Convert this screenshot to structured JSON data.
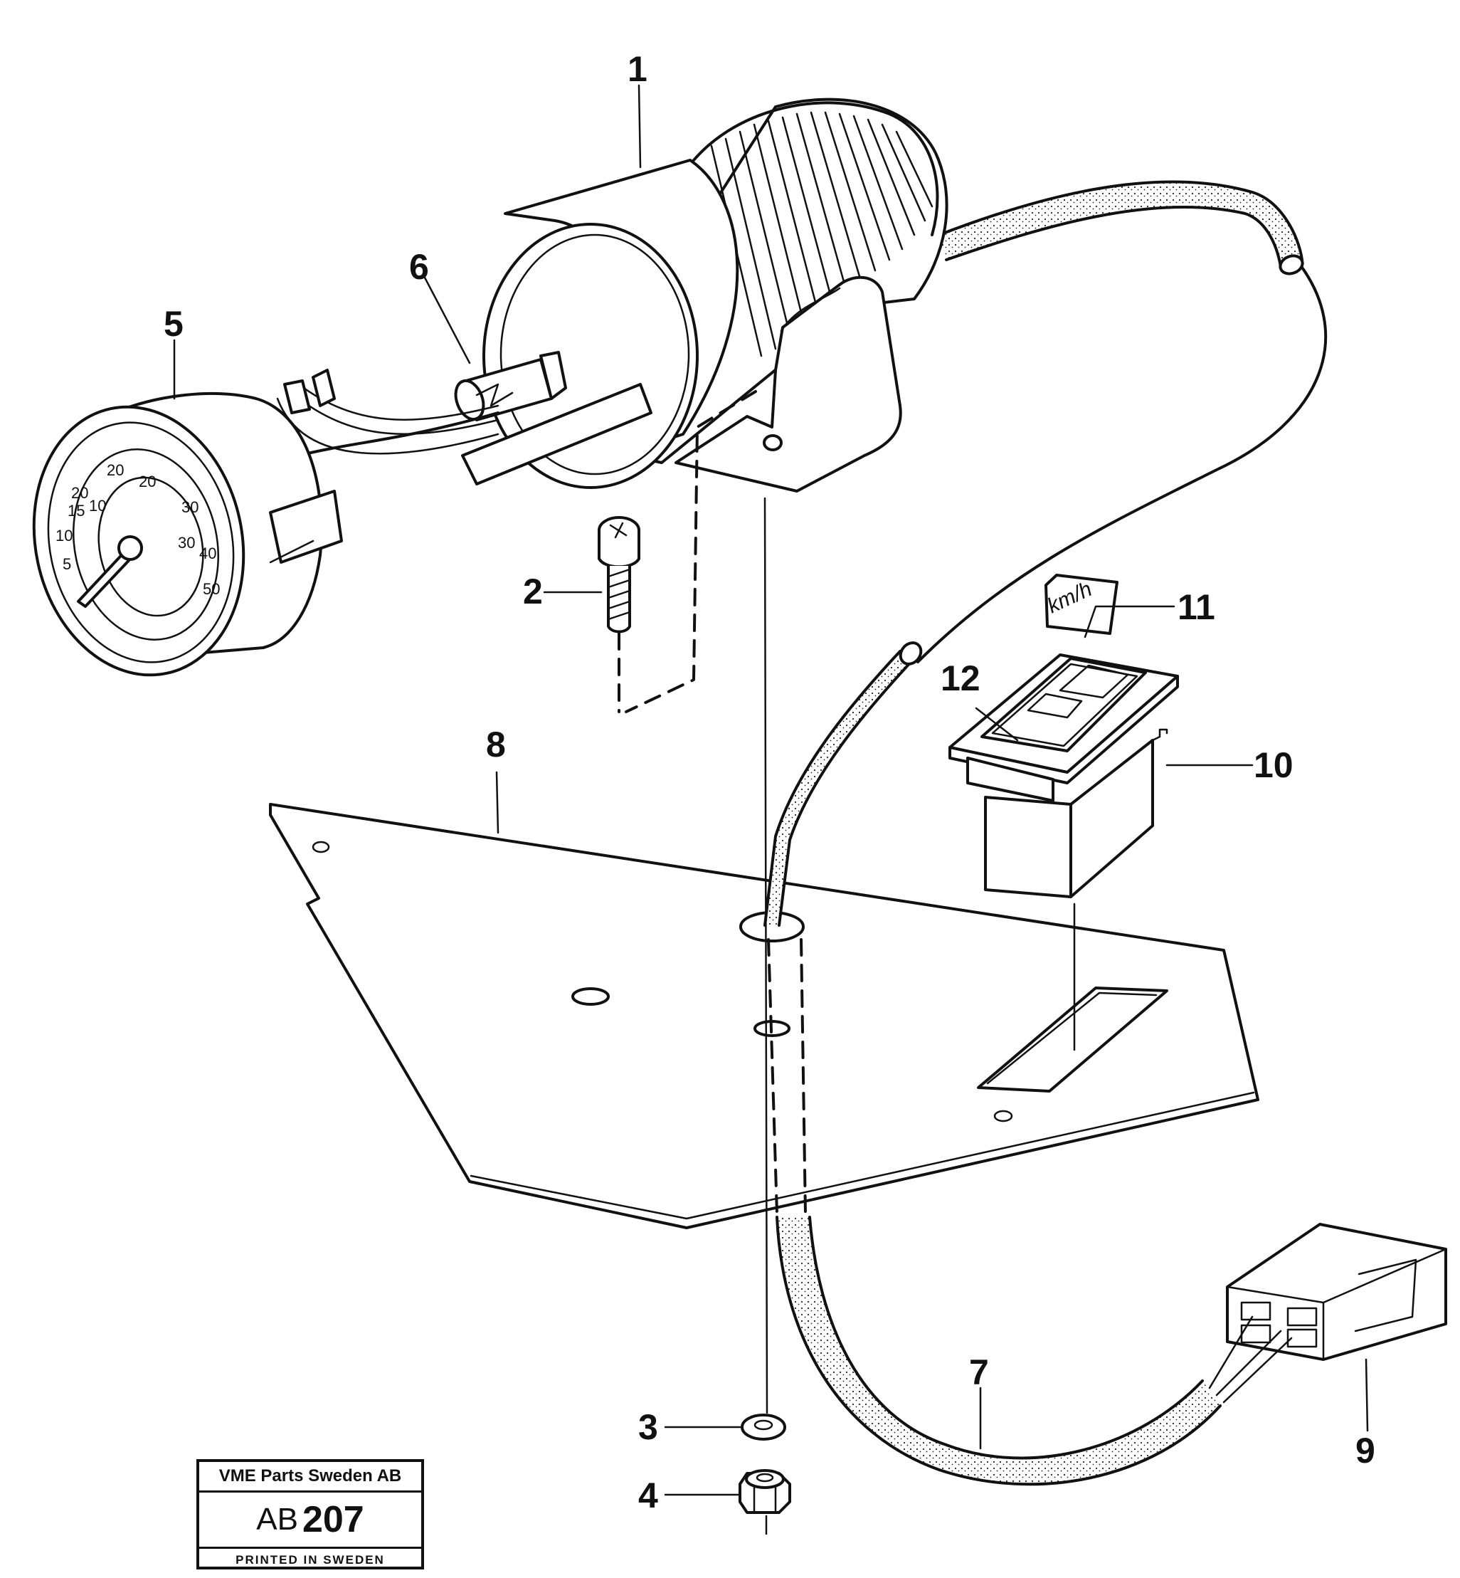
{
  "callouts": [
    "1",
    "2",
    "3",
    "4",
    "5",
    "6",
    "7",
    "8",
    "9",
    "10",
    "11",
    "12"
  ],
  "dial": {
    "outer_scale": [
      "20",
      "30",
      "40",
      "50"
    ],
    "inner_scale": [
      "10",
      "20",
      "30"
    ],
    "left_scale": [
      "20",
      "15",
      "10",
      "5"
    ]
  },
  "decal_text": "km/h",
  "title_block": {
    "company": "VME Parts Sweden AB",
    "code_prefix": "AB",
    "code_number": "207",
    "printed": "PRINTED IN SWEDEN"
  }
}
